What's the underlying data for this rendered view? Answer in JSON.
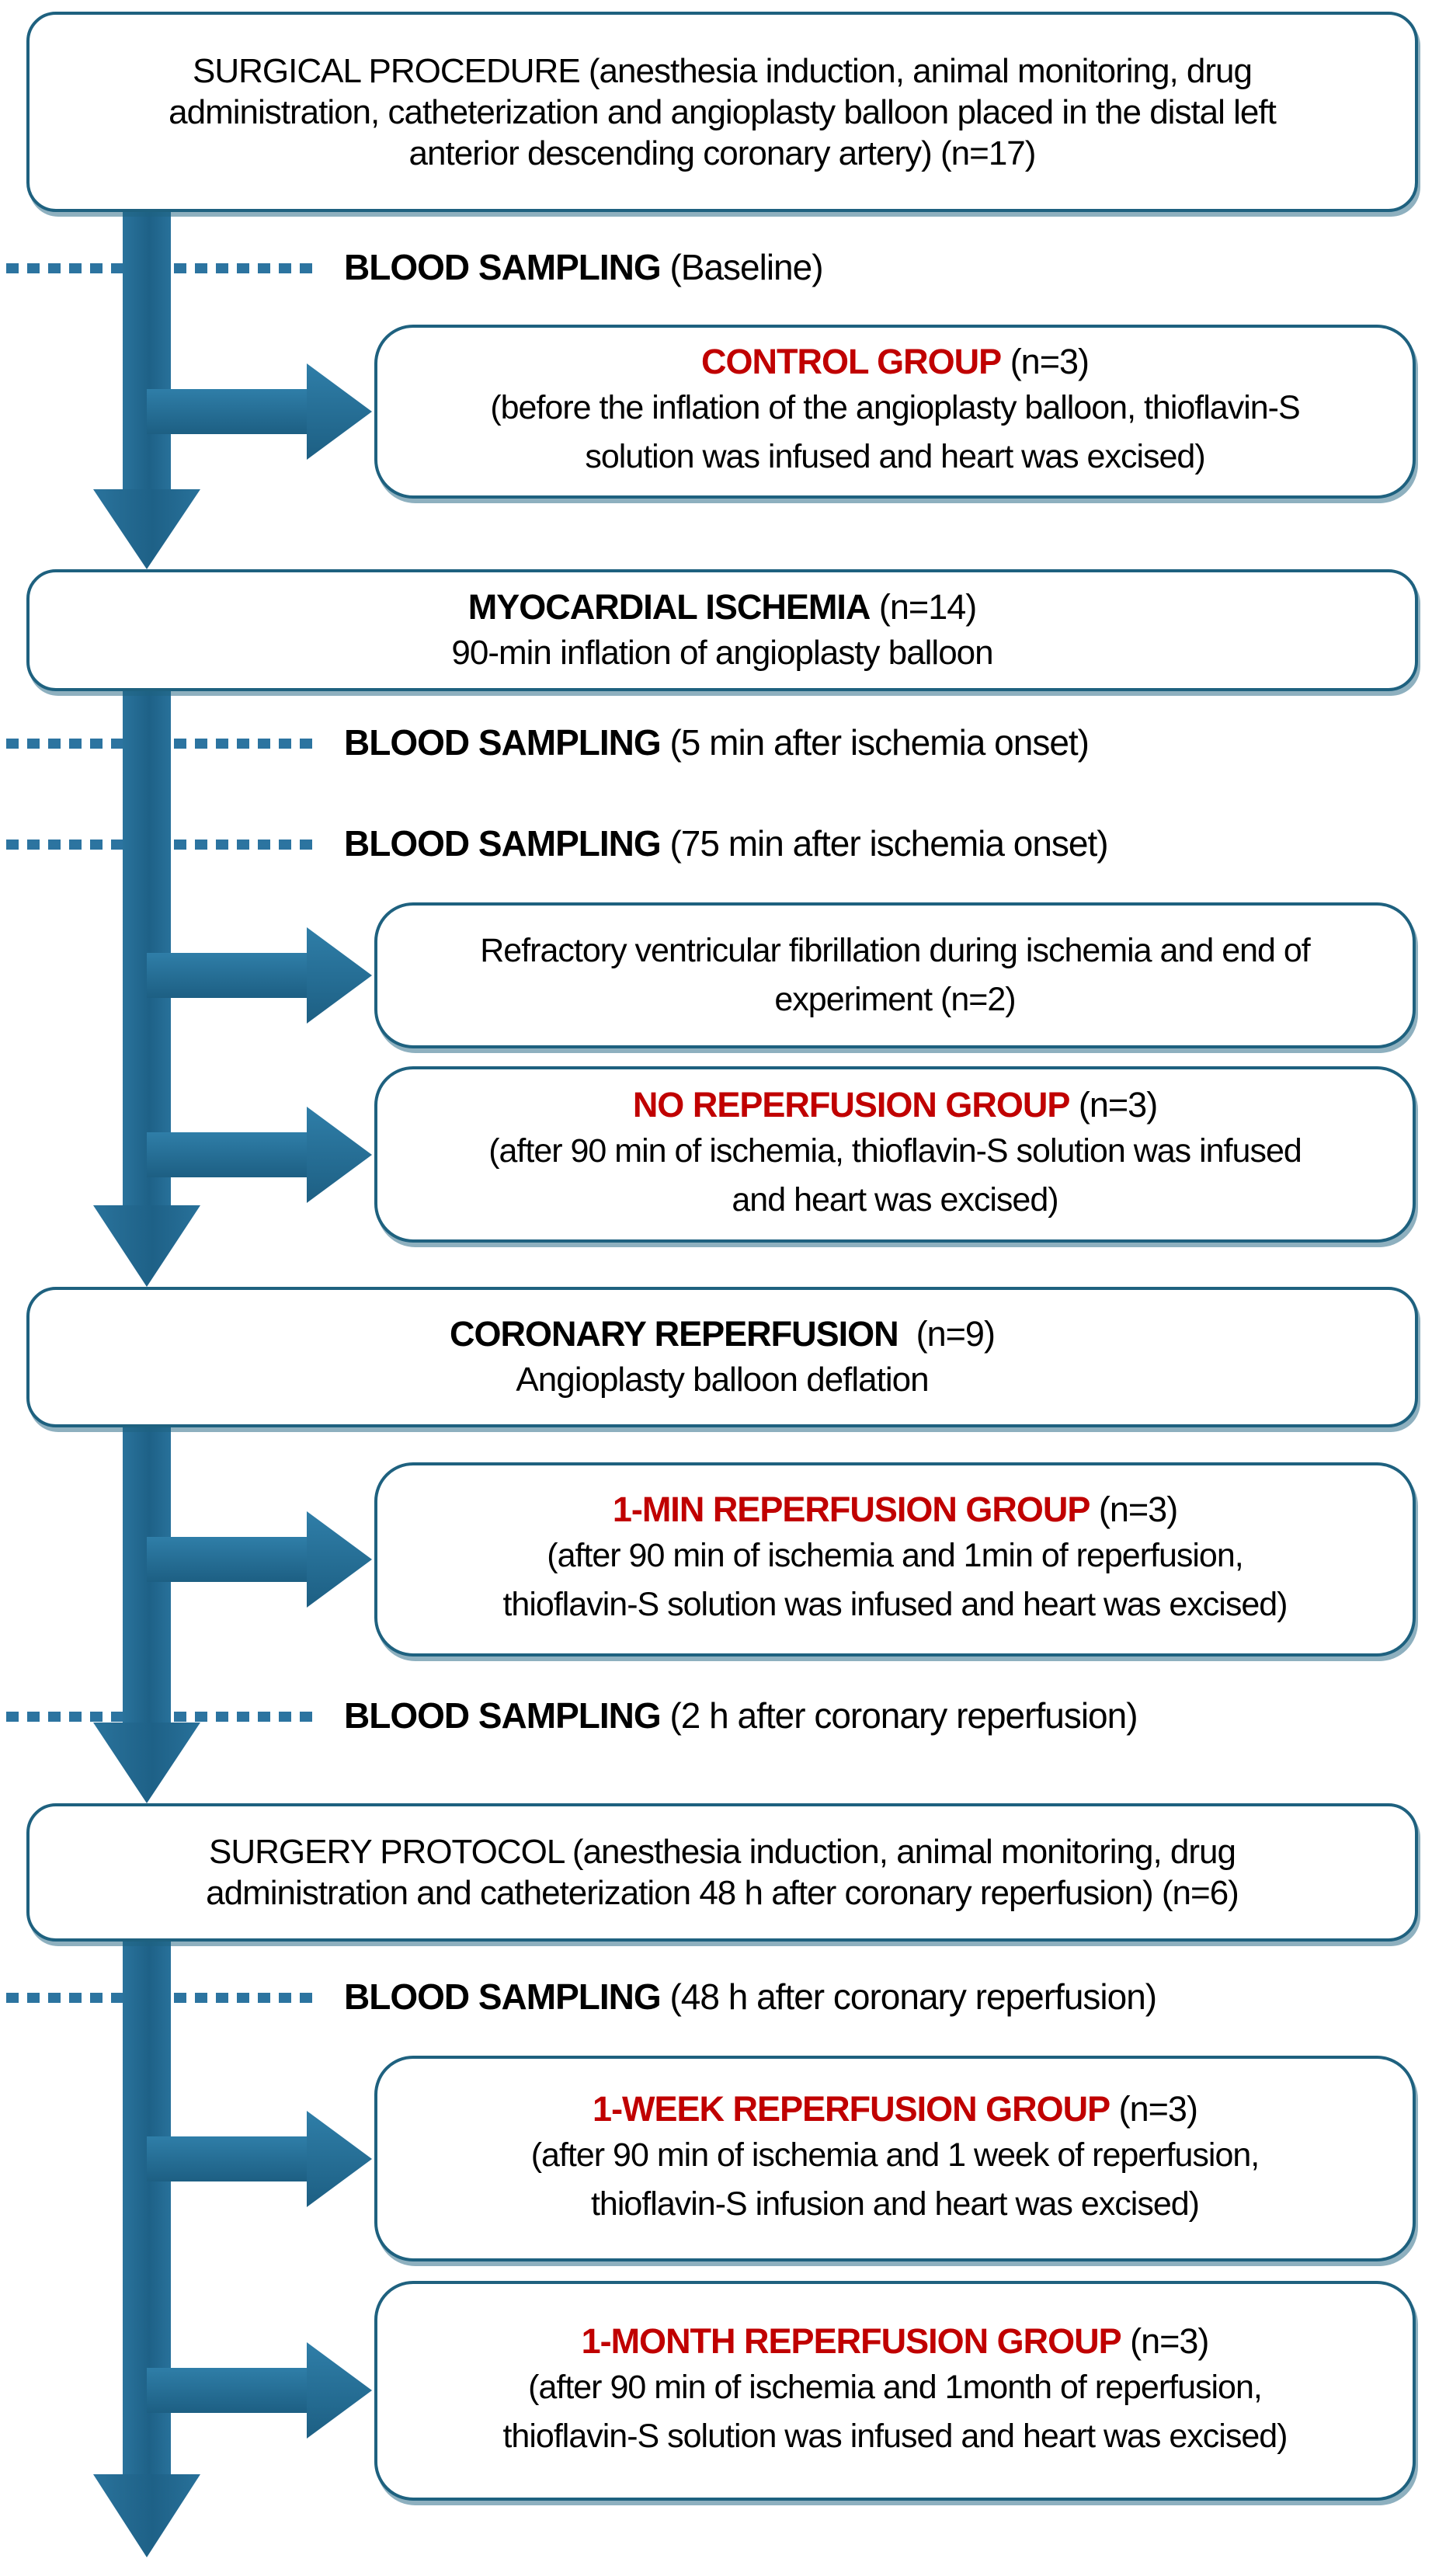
{
  "figure": {
    "type": "study-design-flowchart",
    "subject": "Porcine myocardial ischemia-reperfusion experiment groups"
  },
  "palette": {
    "arrow_teal": "#1e6187",
    "arrow_teal_light": "#2f7ea8",
    "box_border": "#1e617f",
    "dash_teal": "#2c74a0",
    "group_title_red": "#c00000",
    "text_black": "#000000",
    "background": "#ffffff"
  },
  "main_boxes": {
    "surgical_procedure": {
      "text": "SURGICAL PROCEDURE (anesthesia induction, animal monitoring, drug\nadministration, catheterization and angioplasty balloon placed in the distal left\nanterior descending coronary artery) (n=17)"
    },
    "myocardial_ischemia": {
      "title": "MYOCARDIAL ISCHEMIA",
      "suffix": " (n=14)",
      "text": "90-min inflation of angioplasty balloon"
    },
    "coronary_reperfusion": {
      "title": "CORONARY REPERFUSION",
      "suffix": "  (n=9)",
      "text": "Angioplasty balloon deflation"
    },
    "surgery_protocol": {
      "text": "SURGERY PROTOCOL (anesthesia induction, animal monitoring, drug\nadministration and catheterization 48 h after coronary reperfusion) (n=6)"
    }
  },
  "blood_samplings": [
    {
      "label": "BLOOD SAMPLING",
      "detail": " (Baseline)"
    },
    {
      "label": "BLOOD SAMPLING",
      "detail": " (5 min after ischemia onset)"
    },
    {
      "label": "BLOOD SAMPLING",
      "detail": " (75 min after ischemia onset)"
    },
    {
      "label": "BLOOD SAMPLING",
      "detail": " (2 h after coronary reperfusion)"
    },
    {
      "label": "BLOOD SAMPLING",
      "detail": " (48 h after coronary reperfusion)"
    }
  ],
  "group_boxes": {
    "control": {
      "title": "CONTROL GROUP",
      "suffix": " (n=3)",
      "text": "(before the inflation of the angioplasty balloon, thioflavin-S\nsolution was infused and heart was excised)"
    },
    "refractory_vf": {
      "text": "Refractory ventricular fibrillation during ischemia and end of\nexperiment (n=2)"
    },
    "no_reperfusion": {
      "title": "NO REPERFUSION GROUP",
      "suffix": " (n=3)",
      "text": "(after 90 min of ischemia, thioflavin-S solution was infused\nand heart was excised)"
    },
    "one_min": {
      "title": "1-MIN REPERFUSION GROUP",
      "suffix": " (n=3)",
      "text": "(after 90 min of ischemia and 1min of reperfusion,\nthioflavin-S solution was infused and heart was excised)"
    },
    "one_week": {
      "title": "1-WEEK REPERFUSION GROUP",
      "suffix": " (n=3)",
      "text": "(after 90 min of ischemia and 1 week of reperfusion,\nthioflavin-S infusion and heart was excised)"
    },
    "one_month": {
      "title": "1-MONTH REPERFUSION GROUP",
      "suffix": " (n=3)",
      "text": "(after 90 min of ischemia and 1month of reperfusion,\nthioflavin-S solution was infused and heart was excised)"
    }
  }
}
